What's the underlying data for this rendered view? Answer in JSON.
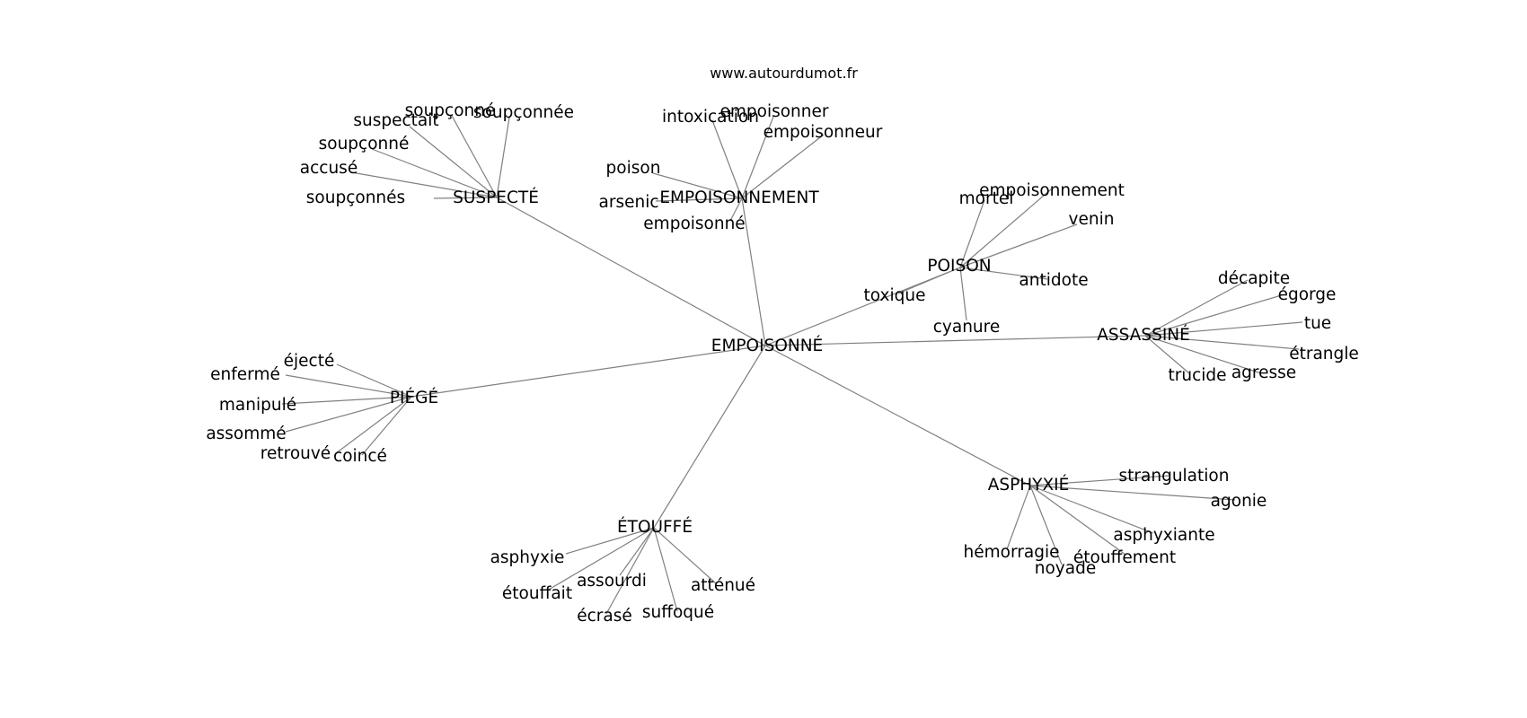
{
  "header": {
    "site_url": "www.autourdumot.fr"
  },
  "colors": {
    "edge": "#808080",
    "text": "#000000",
    "background": "#ffffff"
  },
  "graph": {
    "root": "EMPOISONNÉ",
    "hubs": [
      {
        "id": "suspecte",
        "label": "SUSPECTÉ",
        "leaves": [
          "soupçonnés",
          "accusé",
          "soupçonné",
          "suspectait",
          "soupçonné",
          "soupçonnée"
        ]
      },
      {
        "id": "empoisonnement-hub",
        "label": "EMPOISONNEMENT",
        "leaves": [
          "intoxication",
          "empoisonner",
          "empoisonneur",
          "poison",
          "arsenic",
          "empoisonné"
        ]
      },
      {
        "id": "poison-hub",
        "label": "POISON",
        "leaves": [
          "mortel",
          "empoisonnement",
          "venin",
          "antidote",
          "cyanure",
          "toxique"
        ]
      },
      {
        "id": "assassine",
        "label": "ASSASSINÉ",
        "leaves": [
          "décapite",
          "égorge",
          "tue",
          "étrangle",
          "agresse",
          "trucide"
        ]
      },
      {
        "id": "asphyxie",
        "label": "ASPHYXIÉ",
        "leaves": [
          "strangulation",
          "agonie",
          "asphyxiante",
          "étouffement",
          "noyade",
          "hémorragie"
        ]
      },
      {
        "id": "etouffe",
        "label": "ÉTOUFFÉ",
        "leaves": [
          "asphyxie",
          "étouffait",
          "assourdi",
          "écrasé",
          "suffoqué",
          "atténué"
        ]
      },
      {
        "id": "piege",
        "label": "PIÉGÉ",
        "leaves": [
          "éjecté",
          "enfermé",
          "manipulé",
          "assommé",
          "retrouvé",
          "coincé"
        ]
      }
    ]
  }
}
